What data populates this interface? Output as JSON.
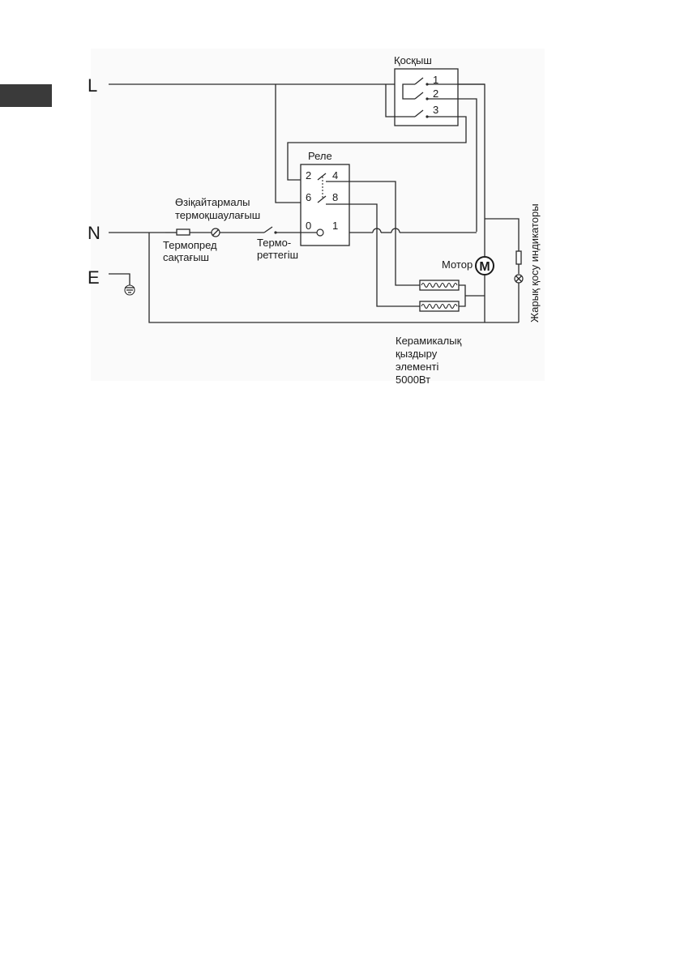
{
  "lines": {
    "live": "L",
    "neutral": "N",
    "earth": "E"
  },
  "switch": {
    "title": "Қосқыш",
    "terminals": [
      "1",
      "2",
      "3"
    ]
  },
  "relay": {
    "title": "Реле",
    "terminals": [
      "2",
      "4",
      "6",
      "8",
      "0",
      "1"
    ]
  },
  "components": {
    "thermal_cutout": {
      "line1": "Өзіқайтармалы",
      "line2": "термоқшаулағыш"
    },
    "thermal_fuse": {
      "line1": "Термопред",
      "line2": "сақтағыш"
    },
    "thermostat": {
      "line1": "Термо-",
      "line2": "реттегіш"
    },
    "motor": {
      "label": "Мотор",
      "symbol": "M"
    },
    "indicator": {
      "label": "Жарық қосу индикаторы"
    },
    "heating_element": {
      "line1": "Керамикалық",
      "line2": "қыздыру",
      "line3": "элементі",
      "line4": "5000Вт"
    }
  }
}
